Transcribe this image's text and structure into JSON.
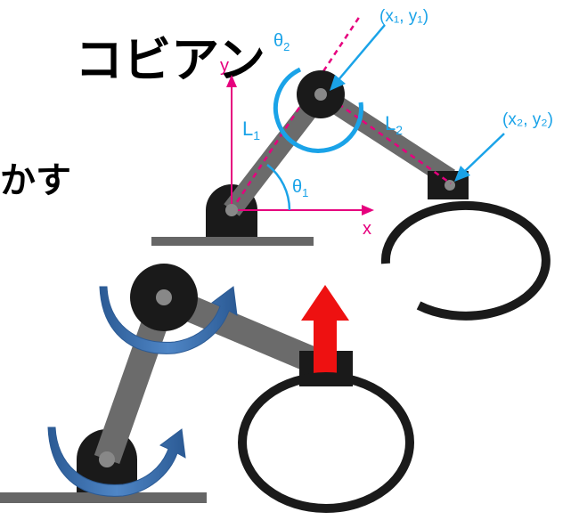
{
  "slide": {
    "title_fragment": "コビアン",
    "text_fragment": "かす"
  },
  "diagram": {
    "axis_x_label": "x",
    "axis_y_label": "y",
    "link1_label": "L",
    "link1_sub": "1",
    "link2_label": "L",
    "link2_sub": "2",
    "theta1_label": "θ",
    "theta1_sub": "1",
    "theta2_label": "θ",
    "theta2_sub": "2",
    "point1_label": "(x₁, y₁)",
    "point2_label": "(x₂, y₂)"
  },
  "colors": {
    "magenta": "#e6007e",
    "cyan": "#1aa3e8",
    "arm_gray": "#6b6b6b",
    "joint_black": "#1a1a1a",
    "base_gray": "#666666",
    "torque_blue": "#3b6fb0",
    "lift_red": "#ee1111"
  },
  "icons": {
    "joint": "circle-joint-icon",
    "torque": "curved-arrow-icon",
    "lift": "up-arrow-icon",
    "gripper": "ring-gripper-icon"
  }
}
